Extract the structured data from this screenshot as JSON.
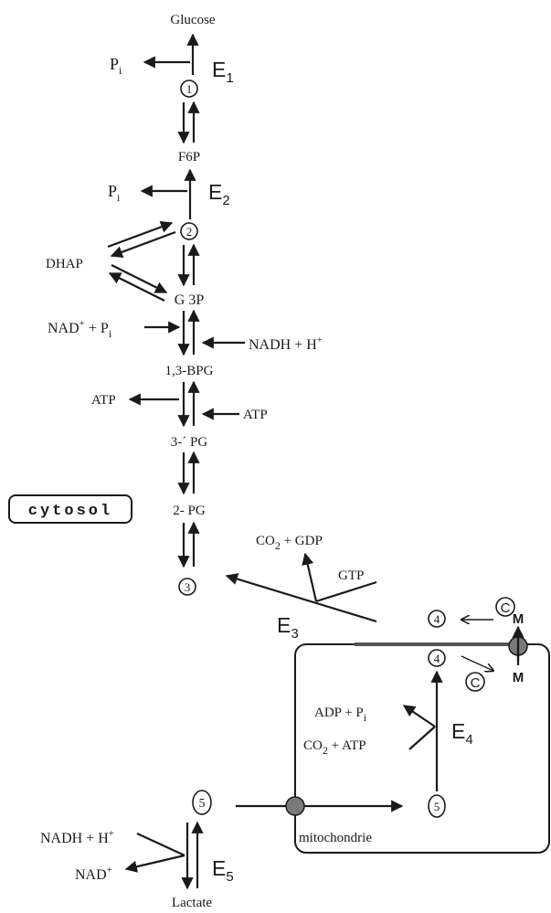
{
  "metabolites": {
    "glucose": "Glucose",
    "f6p": "F6P",
    "dhap": "DHAP",
    "g3p": "G 3P",
    "bpg13": "1,3-BPG",
    "pg3": "3-´ PG",
    "pg2": "2- PG",
    "lactate": "Lactate"
  },
  "cofactors": {
    "pi_1": "P",
    "pi_1_sub": "i",
    "pi_2": "P",
    "pi_2_sub": "i",
    "nad_pi_left": "NAD",
    "nad_pi_sup": "+",
    "nad_pi_plus": " + P",
    "nad_pi_sub": "i",
    "nadh_h_right": "NADH + H",
    "nadh_h_right_sup": "+",
    "atp_out": "ATP",
    "atp_in": "ATP",
    "co2_gdp": "CO",
    "co2_gdp_sub": "2",
    "co2_gdp_rest": " + GDP",
    "gtp": "GTP",
    "adp_pi": "ADP + P",
    "adp_pi_sub": "i",
    "co2_atp": "CO",
    "co2_atp_sub": "2",
    "co2_atp_rest": " + ATP",
    "nadh_h_lower": "NADH + H",
    "nadh_h_lower_sup": "+",
    "nad_lower": "NAD",
    "nad_lower_sup": "+"
  },
  "enzymes": {
    "e1": "E",
    "e1_sub": "1",
    "e2": "E",
    "e2_sub": "2",
    "e3": "E",
    "e3_sub": "3",
    "e4": "E",
    "e4_sub": "4",
    "e5": "E",
    "e5_sub": "5"
  },
  "nodes": {
    "n1": "1",
    "n2": "2",
    "n3": "3",
    "n4_cyto": "4",
    "n4_mito": "4",
    "n5_cyto": "5",
    "n5_mito": "5"
  },
  "symbols": {
    "c_cyto": "C",
    "c_mito": "C",
    "m_top": "M",
    "m_bottom": "M"
  },
  "compartments": {
    "cytosol": "cytosol",
    "mitochondrie": "mitochondrie"
  },
  "colors": {
    "ink": "#1a1a1a",
    "transporter_fill": "#7a7a7a",
    "membrane_band": "#555555"
  }
}
